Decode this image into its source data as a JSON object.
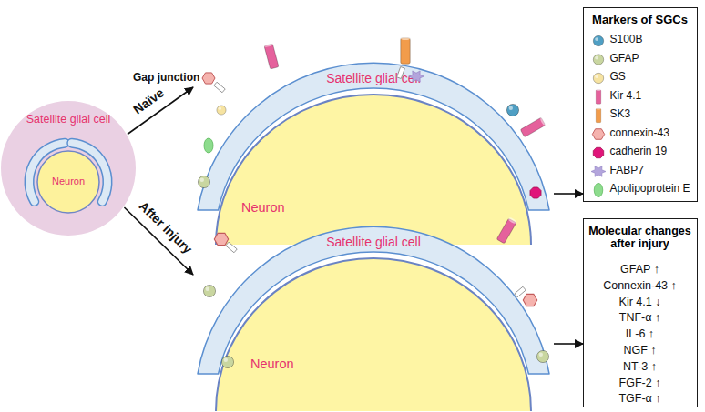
{
  "diagram": {
    "nodes": [
      {
        "text": [
          "Satellite glial cell"
        ]
      },
      {
        "text": [
          "Neuron"
        ],
        "in": 0
      },
      {
        "text": [
          "Satellite glial cell"
        ]
      },
      {
        "text": [
          "Neuron"
        ]
      },
      {
        "text": [
          "Markers of SGCs"
        ]
      },
      {
        "text": [
          "Satellite glial cell"
        ]
      },
      {
        "text": [
          "Neuron"
        ]
      },
      {
        "text": [
          "Molecular changes after injury",
          "GFAP ↑",
          "Connexin-43 ↑",
          "Kir 4.1 ↓",
          "TNF-α ↑",
          "IL-6 ↑",
          "NGF ↑",
          "NT-3 ↑",
          "FGF-2 ↑",
          "TGF-α ↑"
        ]
      }
    ],
    "edges": [
      {
        "from": 0,
        "to": 2,
        "label": "Naïve",
        "arrow": "to"
      },
      {
        "from": 0,
        "to": 5,
        "label": "After injury",
        "arrow": "to"
      },
      {
        "from": 2,
        "to": 4,
        "arrow": "to"
      },
      {
        "from": 5,
        "to": 7,
        "arrow": "to"
      }
    ],
    "labels": [
      "Gap junction"
    ],
    "legend": [
      {
        "text": "S100B"
      },
      {
        "text": "GFAP"
      },
      {
        "text": "GS"
      },
      {
        "text": "Kir 4.1"
      },
      {
        "text": "SK3"
      },
      {
        "text": "connexin-43"
      },
      {
        "text": "cadherin 19"
      },
      {
        "text": "FABP7"
      },
      {
        "text": "Apolipoprotein E"
      }
    ]
  }
}
